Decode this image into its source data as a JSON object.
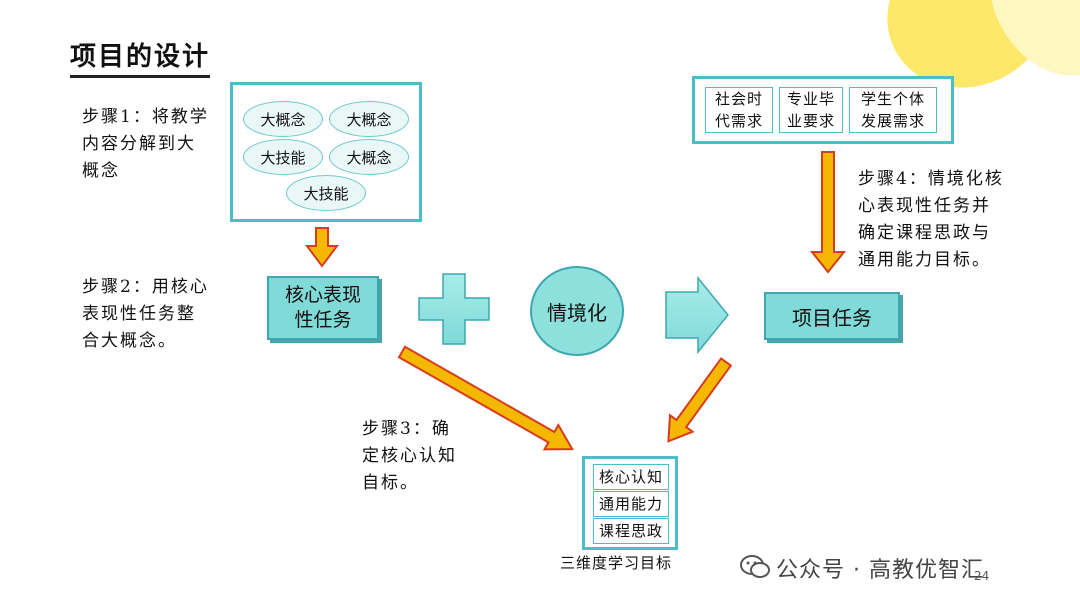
{
  "title": "项目的设计",
  "steps": {
    "step1": [
      "步骤1：将教学",
      "内容分解到大",
      "概念"
    ],
    "step2": [
      "步骤2：用核心",
      "表现性任务整",
      "合大概念。"
    ],
    "step3": [
      "步骤3：确",
      "定核心认知",
      "自标。"
    ],
    "step4": [
      "步骤4：情境化核",
      "心表现性任务并",
      "确定课程思政与",
      "通用能力目标。"
    ]
  },
  "concepts": [
    "大概念",
    "大概念",
    "大技能",
    "大概念",
    "大技能"
  ],
  "core_task": [
    "核心表现",
    "性任务"
  ],
  "contextualize": "情境化",
  "project_task": "项目任务",
  "needs": [
    [
      "社会时",
      "代需求"
    ],
    [
      "专业毕",
      "业要求"
    ],
    [
      "学生个体",
      "发展需求"
    ]
  ],
  "goals": [
    "核心认知",
    "通用能力",
    "课程思政"
  ],
  "goals_caption": "三维度学习目标",
  "page_number": "24",
  "watermark": "公众号 · 高教优智汇",
  "colors": {
    "teal": "#7fdad8",
    "teal_border": "#3da7b0",
    "arrow_fill": "#f5b800",
    "arrow_stroke": "#d63c1e",
    "yellow_deco": "#fde86a"
  }
}
